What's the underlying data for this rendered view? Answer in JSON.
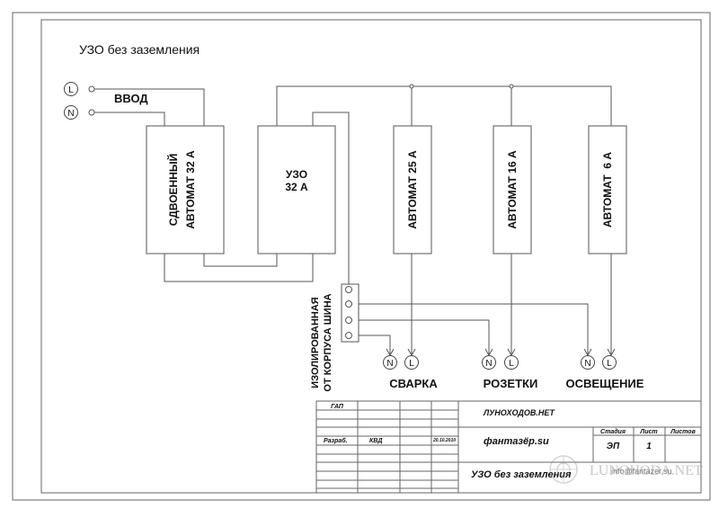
{
  "title": "УЗО без заземления",
  "terminals": {
    "l": "L",
    "n": "N"
  },
  "input_label": "ВВОД",
  "boxes": {
    "double_breaker": [
      "СДВОЕННЫЙ",
      "АВТОМАТ 32 А"
    ],
    "rcd": [
      "УЗО",
      "32 А"
    ],
    "breaker_25": "АВТОМАТ 25 А",
    "breaker_16": "АВТОМАТ 16 А",
    "breaker_6": "АВТОМАТ  6 А"
  },
  "bus_label": [
    "ИЗОЛИРОВАННАЯ",
    "ОТ КОРПУСА ШИНА"
  ],
  "loads": [
    "СВАРКА",
    "РОЗЕТКИ",
    "ОСВЕЩЕНИЕ"
  ],
  "stamp": {
    "gap": "ГАП",
    "razrab": "Разраб.",
    "author": "КВД",
    "date": "20.10.2010",
    "site1": "ЛУНОХОДОВ.НЕТ",
    "site2": "фантазёр.su",
    "drawing_title": "УЗО без заземления",
    "stage_h": "Стадия",
    "sheet_h": "Лист",
    "sheets_h": "Листов",
    "stage": "ЭП",
    "sheet": "1",
    "email": "info@fantazer.su",
    "watermark": "LUNOHODA.NET"
  },
  "colors": {
    "line": "#555555",
    "frame": "#666666",
    "text": "#111111"
  }
}
